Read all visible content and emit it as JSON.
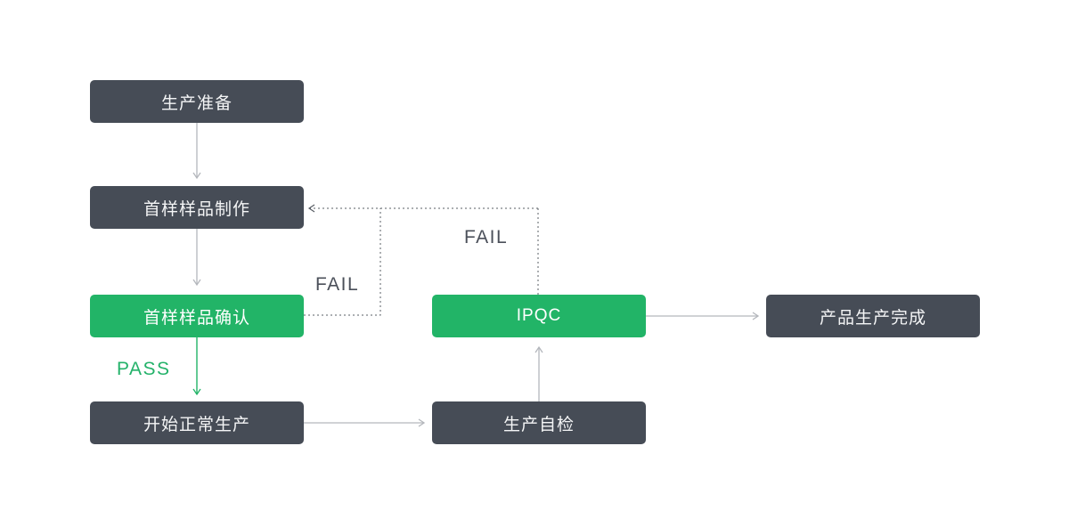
{
  "diagram": {
    "type": "flowchart",
    "description": "Production quality-control process flow",
    "nodes": [
      {
        "id": "prep",
        "label": "生产准备",
        "style": "dark"
      },
      {
        "id": "sample-make",
        "label": "首样样品制作",
        "style": "dark"
      },
      {
        "id": "sample-confirm",
        "label": "首样样品确认",
        "style": "green"
      },
      {
        "id": "start-production",
        "label": "开始正常生产",
        "style": "dark"
      },
      {
        "id": "self-check",
        "label": "生产自检",
        "style": "dark"
      },
      {
        "id": "ipqc",
        "label": "IPQC",
        "style": "green"
      },
      {
        "id": "complete",
        "label": "产品生产完成",
        "style": "dark"
      }
    ],
    "edges": [
      {
        "from": "prep",
        "to": "sample-make",
        "style": "solid-gray",
        "label": ""
      },
      {
        "from": "sample-make",
        "to": "sample-confirm",
        "style": "solid-gray",
        "label": ""
      },
      {
        "from": "sample-confirm",
        "to": "start-production",
        "style": "solid-green",
        "label": "PASS"
      },
      {
        "from": "start-production",
        "to": "self-check",
        "style": "solid-gray",
        "label": ""
      },
      {
        "from": "self-check",
        "to": "ipqc",
        "style": "solid-gray",
        "label": ""
      },
      {
        "from": "ipqc",
        "to": "complete",
        "style": "solid-gray",
        "label": ""
      },
      {
        "from": "sample-confirm",
        "to": "sample-make",
        "style": "dashed",
        "label": "FAIL"
      },
      {
        "from": "ipqc",
        "to": "sample-make",
        "style": "dashed",
        "label": "FAIL"
      }
    ],
    "edge_labels": {
      "pass": "PASS",
      "fail_lower": "FAIL",
      "fail_upper": "FAIL"
    },
    "colors": {
      "background": "#ffffff",
      "node_dark": "#464c56",
      "node_green": "#22b467",
      "node_text": "#f4f5f6",
      "arrow_gray": "#b4b7bc",
      "arrow_green": "#22b467",
      "dashed_line": "#5a5f66",
      "fail_label": "#4b505a",
      "pass_label": "#24b26a"
    }
  }
}
